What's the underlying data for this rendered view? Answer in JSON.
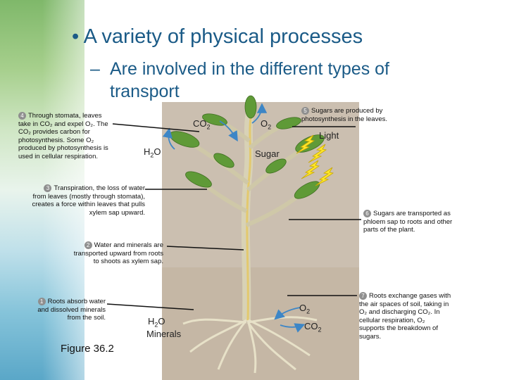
{
  "slide": {
    "bullet": "•",
    "title": "A variety of physical processes",
    "sub_dash": "–",
    "subtitle": "Are involved in the different types of transport"
  },
  "labels": {
    "co2_top_main": "CO",
    "co2_top_sub": "2",
    "o2_top_main": "O",
    "o2_top_sub": "2",
    "h2o_top_main": "H",
    "h2o_top_sub": "2",
    "h2o_top_tail": "O",
    "sugar": "Sugar",
    "light": "Light",
    "o2_bottom_main": "O",
    "o2_bottom_sub": "2",
    "co2_bottom_main": "CO",
    "co2_bottom_sub": "2",
    "h2o_bottom_main": "H",
    "h2o_bottom_sub": "2",
    "h2o_bottom_tail": "O",
    "minerals": "Minerals"
  },
  "callouts": [
    {
      "n": "4",
      "text": "Through stomata, leaves take in CO₂ and expel O₂. The CO₂ provides carbon for photosynthesis. Some O₂ produced by photosynthesis is used in cellular respiration."
    },
    {
      "n": "5",
      "text": "Sugars are produced by photosynthesis in the leaves."
    },
    {
      "n": "3",
      "text": "Transpiration, the loss of water from leaves (mostly through stomata), creates a force within leaves that pulls xylem sap upward."
    },
    {
      "n": "6",
      "text": "Sugars are transported as phloem sap to roots and other parts of the plant."
    },
    {
      "n": "2",
      "text": "Water and minerals are transported upward from roots to shoots as xylem sap."
    },
    {
      "n": "1",
      "text": "Roots absorb water and dissolved minerals from the soil."
    },
    {
      "n": "7",
      "text": "Roots exchange gases with the air spaces of soil, taking in O₂ and discharging CO₂. In cellular respiration, O₂ supports the breakdown of sugars."
    }
  ],
  "figure_label": "Figure 36.2",
  "colors": {
    "title": "#1b5b87",
    "soil": "#cbbfb0",
    "leaf": "#5f9a37",
    "arrow_blue": "#3d86c6",
    "sun": "#ffe62a"
  }
}
